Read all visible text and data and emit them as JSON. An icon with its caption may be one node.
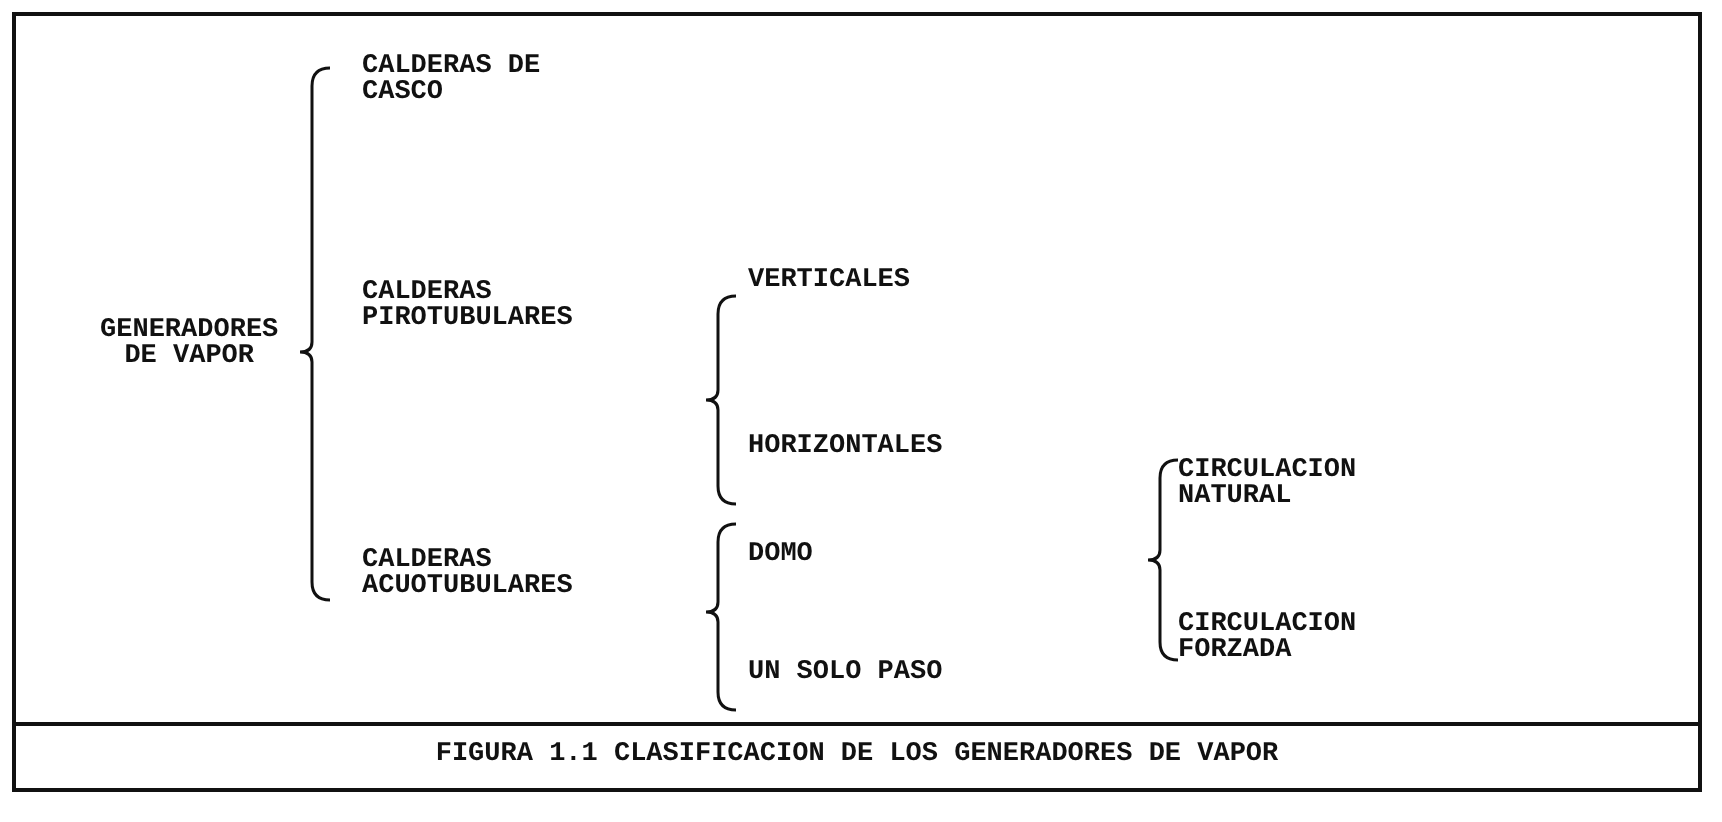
{
  "diagram": {
    "caption": "FIGURA 1.1 CLASIFICACION DE LOS GENERADORES DE VAPOR",
    "labels": [
      "GENERADORES DE VAPOR",
      "CALDERAS DE CASCO",
      "CALDERAS PIROTUBULARES",
      "VERTICALES",
      "HORIZONTALES",
      "CALDERAS ACUOTUBULARES",
      "DOMO",
      "CIRCULACION NATURAL",
      "CIRCULACION FORZADA",
      "UN SOLO PASO"
    ]
  }
}
